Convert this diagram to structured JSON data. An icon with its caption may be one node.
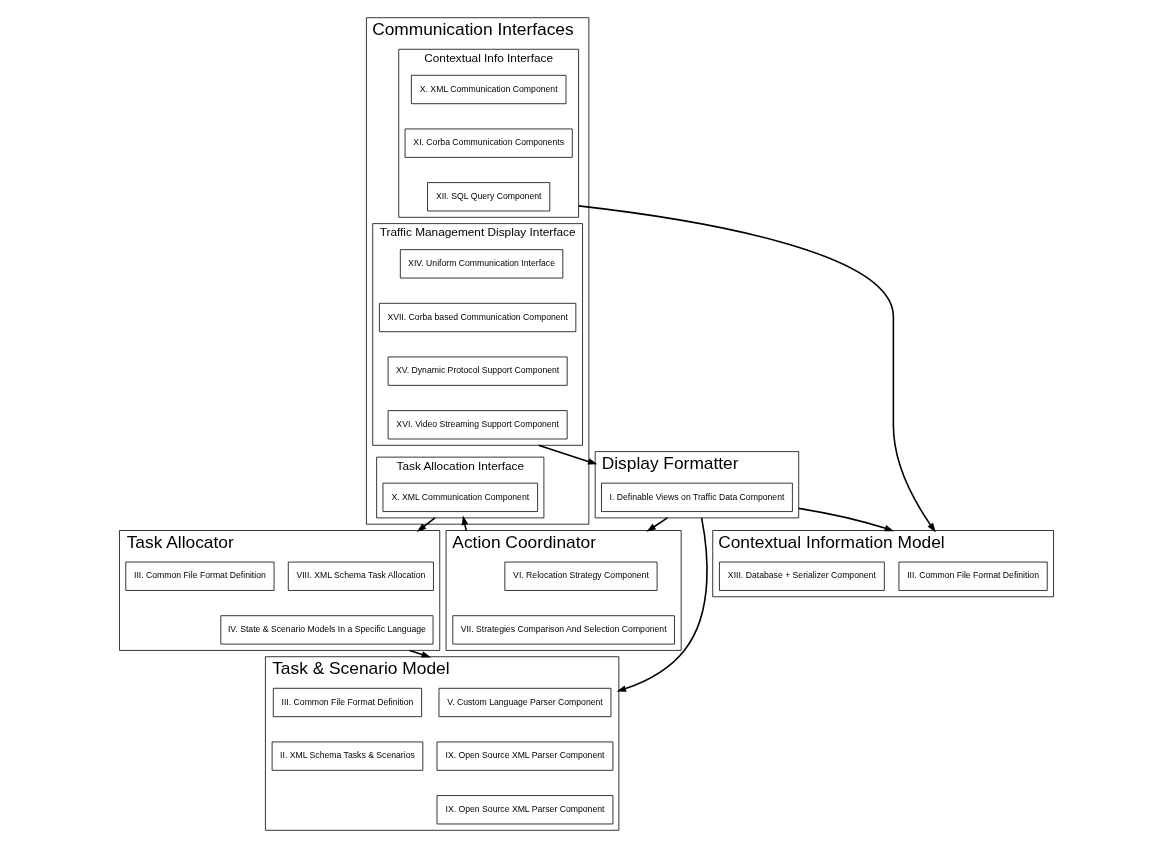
{
  "diagram": {
    "nodes": [
      {
        "text": [
          "Communication Interfaces"
        ]
      },
      {
        "text": [
          "Contextual Info Interface"
        ],
        "in": 0
      },
      {
        "text": [
          "X. XML Communication Component"
        ],
        "in": 1
      },
      {
        "text": [
          "XI. Corba Communication Components"
        ],
        "in": 1
      },
      {
        "text": [
          "XII. SQL Query Component"
        ],
        "in": 1
      },
      {
        "text": [
          "Traffic Management Display Interface"
        ],
        "in": 0
      },
      {
        "text": [
          "XIV. Uniform Communication Interface"
        ],
        "in": 5
      },
      {
        "text": [
          "XVII. Corba based Communication Component"
        ],
        "in": 5
      },
      {
        "text": [
          "XV. Dynamic Protocol Support Component"
        ],
        "in": 5
      },
      {
        "text": [
          "XVI. Video Streaming Support Component"
        ],
        "in": 5
      },
      {
        "text": [
          "Task Allocation Interface"
        ],
        "in": 0
      },
      {
        "text": [
          "X. XML Communication Component"
        ],
        "in": 10
      },
      {
        "text": [
          "Action Coordinator"
        ]
      },
      {
        "text": [
          "VI. Relocation Strategy Component"
        ],
        "in": 12
      },
      {
        "text": [
          "VII. Strategies Comparison And Selection Component"
        ],
        "in": 12
      },
      {
        "text": [
          "Task Allocator"
        ]
      },
      {
        "text": [
          "VIII. XML Schema Task Allocation"
        ],
        "in": 15
      },
      {
        "text": [
          "III. Common File Format Definition"
        ],
        "in": 15
      },
      {
        "text": [
          "IV. State & Scenario Models In a Specific Language"
        ],
        "in": 15
      },
      {
        "text": [
          "Display Formatter"
        ]
      },
      {
        "text": [
          "I. Definable Views on Traffic Data Component"
        ],
        "in": 19
      },
      {
        "text": [
          "Contextual Information Model"
        ]
      },
      {
        "text": [
          "III. Common File Format Definition"
        ],
        "in": 21
      },
      {
        "text": [
          "XIII. Database + Serializer Component"
        ],
        "in": 21
      },
      {
        "text": [
          "Task & Scenario Model"
        ]
      },
      {
        "text": [
          "V. Custom Language Parser Component"
        ],
        "in": 24
      },
      {
        "text": [
          "III. Common File Format Definition"
        ],
        "in": 24
      },
      {
        "text": [
          "IX. Open Source XML Parser Component"
        ],
        "in": 24
      },
      {
        "text": [
          "II. XML Schema Tasks & Scenarios"
        ],
        "in": 24
      },
      {
        "text": [
          "IX. Open Source XML Parser Component"
        ],
        "in": 24
      }
    ],
    "edges": [
      {
        "from": 1,
        "to": 21,
        "arrow": "to"
      },
      {
        "from": 5,
        "to": 19,
        "arrow": "to"
      },
      {
        "from": 10,
        "to": 15,
        "arrow": "to"
      },
      {
        "from": 19,
        "to": 21,
        "arrow": "to"
      },
      {
        "from": 19,
        "to": 12,
        "arrow": "to"
      },
      {
        "from": 19,
        "to": 24,
        "arrow": "to"
      },
      {
        "from": 15,
        "to": 24,
        "arrow": "to"
      },
      {
        "from": 12,
        "to": 10,
        "arrow": "to"
      }
    ]
  }
}
